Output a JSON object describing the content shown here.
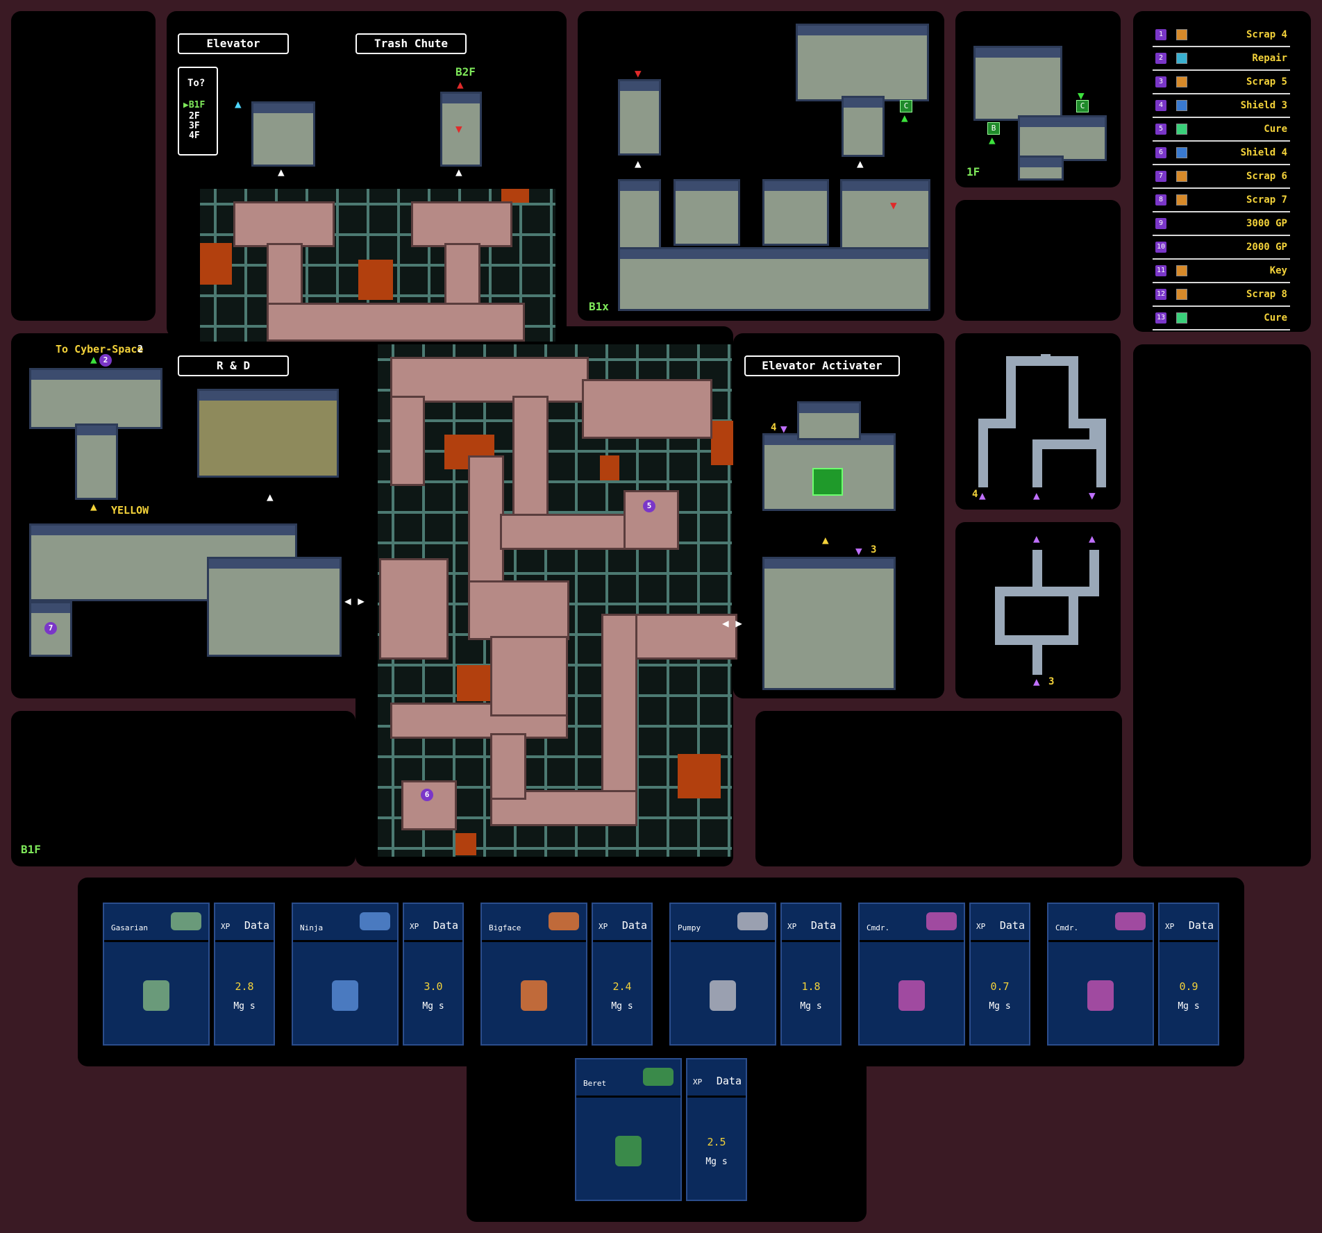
{
  "labels": {
    "elevator": "Elevator",
    "trash_chute": "Trash Chute",
    "rnd": "R & D",
    "elevator_activater": "Elevator  Activater",
    "to_cyber_space": "To Cyber-Space",
    "to_cyber_space_num": "2",
    "yellow": "YELLOW"
  },
  "elevator_menu": {
    "prompt": "To?",
    "options": [
      "▶B1F",
      "2F",
      "3F",
      "4F"
    ],
    "selected": "▶B1F"
  },
  "floors": {
    "b2f": "B2F",
    "b1x": "B1x",
    "f1": "1F",
    "b1f": "B1F"
  },
  "markers": {
    "b": "B",
    "c": "C",
    "four": "4",
    "three": "3"
  },
  "legend": [
    {
      "num": "1",
      "text": "Scrap 4"
    },
    {
      "num": "2",
      "text": "Repair"
    },
    {
      "num": "3",
      "text": "Scrap 5"
    },
    {
      "num": "4",
      "text": "Shield 3"
    },
    {
      "num": "5",
      "text": "Cure"
    },
    {
      "num": "6",
      "text": "Shield 4"
    },
    {
      "num": "7",
      "text": "Scrap 6"
    },
    {
      "num": "8",
      "text": "Scrap 7"
    },
    {
      "num": "9",
      "text": "3000 GP"
    },
    {
      "num": "10",
      "text": "2000 GP"
    },
    {
      "num": "11",
      "text": "Key"
    },
    {
      "num": "12",
      "text": "Scrap 8"
    },
    {
      "num": "13",
      "text": "Cure"
    }
  ],
  "map_badges": [
    "2",
    "5",
    "6",
    "7"
  ],
  "bestiary": {
    "xp_label": "XP",
    "data_label": "Data",
    "unit": "Mg s",
    "enemies": [
      {
        "name": "Gasarian",
        "xp": "2.8"
      },
      {
        "name": "Ninja",
        "xp": "3.0"
      },
      {
        "name": "Bigface",
        "xp": "2.4"
      },
      {
        "name": "Pumpy",
        "xp": "1.8"
      },
      {
        "name": "Cmdr.",
        "xp": "0.7"
      },
      {
        "name": "Cmdr.",
        "xp": "0.9"
      },
      {
        "name": "Beret",
        "xp": "2.5"
      }
    ]
  },
  "colors": {
    "background": "#3a1a24",
    "panel": "#000000",
    "floor_label": "#7ee85a",
    "legend_text": "#f3d23a",
    "card": "#0b2a5c"
  }
}
